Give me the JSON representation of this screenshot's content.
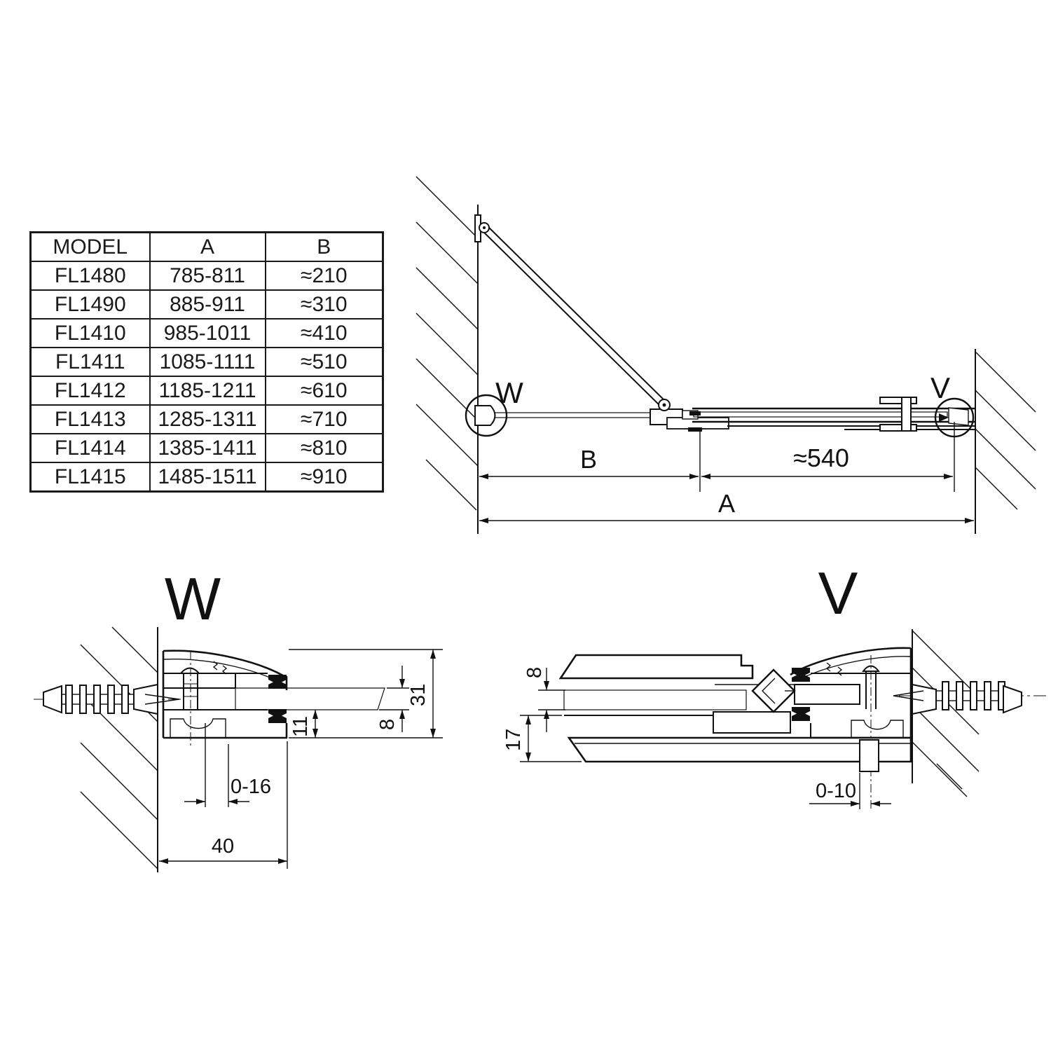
{
  "colors": {
    "glass": "#cdf2f5",
    "line": "#111111"
  },
  "table": {
    "headers": {
      "model": "MODEL",
      "a": "A",
      "b": "B"
    },
    "rows": [
      {
        "model": "FL1480",
        "a": "785-811",
        "b": "≈210"
      },
      {
        "model": "FL1490",
        "a": "885-911",
        "b": "≈310"
      },
      {
        "model": "FL1410",
        "a": "985-1011",
        "b": "≈410"
      },
      {
        "model": "FL1411",
        "a": "1085-1111",
        "b": "≈510"
      },
      {
        "model": "FL1412",
        "a": "1185-1211",
        "b": "≈610"
      },
      {
        "model": "FL1413",
        "a": "1285-1311",
        "b": "≈710"
      },
      {
        "model": "FL1414",
        "a": "1385-1411",
        "b": "≈810"
      },
      {
        "model": "FL1415",
        "a": "1485-1511",
        "b": "≈910"
      }
    ]
  },
  "top_view": {
    "detail_left": "W",
    "detail_right": "V",
    "dim_b": "B",
    "dim_door": "≈540",
    "dim_a": "A"
  },
  "detail_w": {
    "title": "W",
    "dim_glass_thickness": "8",
    "dim_profile_height": "31",
    "dim_clearance": "11",
    "dim_adjustment": "0-16",
    "dim_profile_width": "40"
  },
  "detail_v": {
    "title": "V",
    "dim_glass_thickness": "8",
    "dim_height": "17",
    "dim_adjustment": "0-10"
  }
}
